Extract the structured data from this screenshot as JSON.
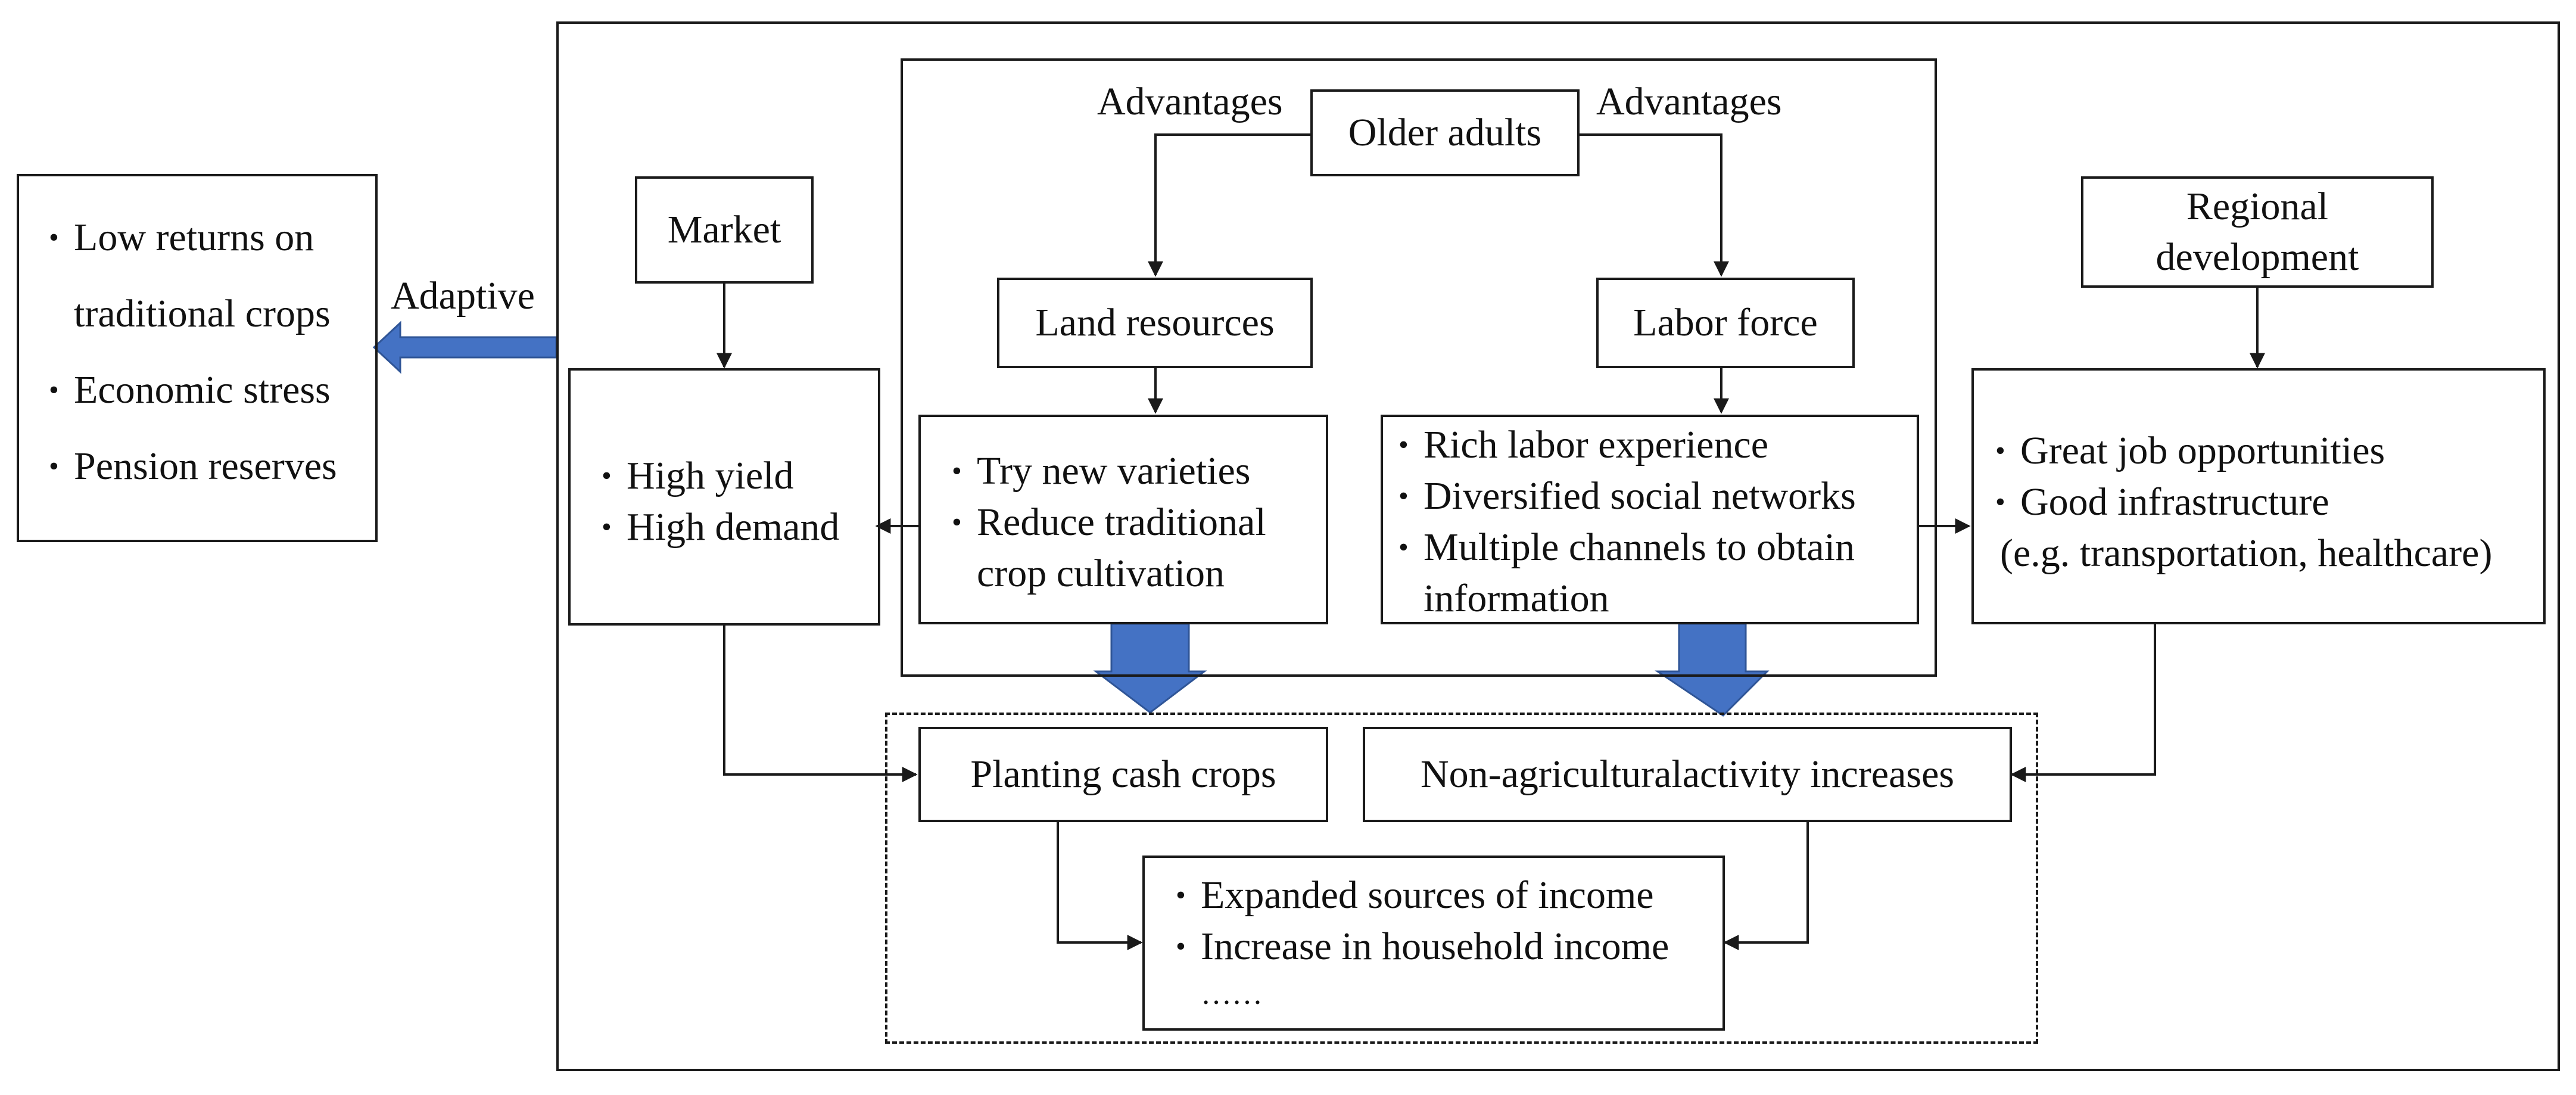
{
  "left_box": {
    "items": [
      "Low returns on",
      "traditional crops",
      "Economic stress",
      "Pension reserves"
    ]
  },
  "adaptive_label": "Adaptive",
  "older_adults": "Older adults",
  "advantages_left": "Advantages",
  "advantages_right": "Advantages",
  "land_resources": "Land resources",
  "labor_force": "Labor force",
  "market": "Market",
  "regional_development": {
    "line1": "Regional",
    "line2": "development"
  },
  "market_effects": {
    "items": [
      "High yield",
      "High demand"
    ]
  },
  "land_effects": {
    "items": [
      "Try new varieties",
      "Reduce traditional",
      "crop cultivation"
    ]
  },
  "labor_effects": {
    "items": [
      "Rich labor experience",
      "Diversified social networks",
      "Multiple channels to obtain",
      "information"
    ]
  },
  "regional_effects": {
    "items": [
      "Great job opportunities",
      "Good infrastructure",
      "(e.g. transportation, healthcare)"
    ]
  },
  "planting_cash_crops": "Planting cash crops",
  "non_agri_activity": "Non-agriculturalactivity increases",
  "income_effects": {
    "items": [
      "Expanded sources of income",
      "Increase in household income",
      "……"
    ]
  },
  "colors": {
    "arrow_fill": "#4472c4",
    "line": "#1a1a1a"
  }
}
